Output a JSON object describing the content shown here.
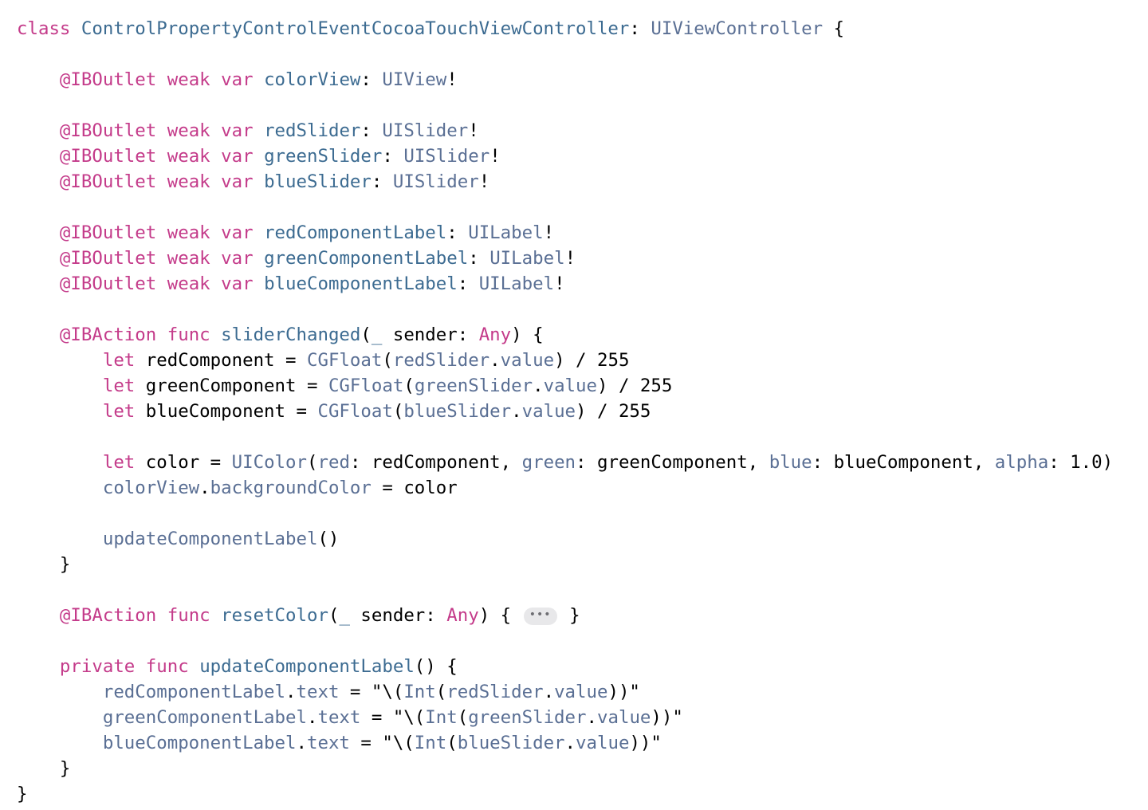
{
  "colors": {
    "keyword": "#c43b8a",
    "identifier_declared": "#3c6b91",
    "identifier_reference": "#5a6f94",
    "plain": "#000000",
    "fold_badge_bg": "#e8e8ea",
    "fold_badge_text": "#6e6e73"
  },
  "editor": {
    "fold_placeholder": "•••",
    "lines": [
      [
        [
          "class",
          "kw"
        ],
        [
          " ",
          "plain"
        ],
        [
          "ControlPropertyControlEventCocoaTouchViewController",
          "decl"
        ],
        [
          ": ",
          "plain"
        ],
        [
          "UIViewController",
          "ref"
        ],
        [
          " {",
          "plain"
        ]
      ],
      [],
      [
        [
          "    ",
          "plain"
        ],
        [
          "@IBOutlet",
          "kw"
        ],
        [
          " ",
          "plain"
        ],
        [
          "weak",
          "kw"
        ],
        [
          " ",
          "plain"
        ],
        [
          "var",
          "kw"
        ],
        [
          " ",
          "plain"
        ],
        [
          "colorView",
          "decl"
        ],
        [
          ": ",
          "plain"
        ],
        [
          "UIView",
          "ref"
        ],
        [
          "!",
          "plain"
        ]
      ],
      [],
      [
        [
          "    ",
          "plain"
        ],
        [
          "@IBOutlet",
          "kw"
        ],
        [
          " ",
          "plain"
        ],
        [
          "weak",
          "kw"
        ],
        [
          " ",
          "plain"
        ],
        [
          "var",
          "kw"
        ],
        [
          " ",
          "plain"
        ],
        [
          "redSlider",
          "decl"
        ],
        [
          ": ",
          "plain"
        ],
        [
          "UISlider",
          "ref"
        ],
        [
          "!",
          "plain"
        ]
      ],
      [
        [
          "    ",
          "plain"
        ],
        [
          "@IBOutlet",
          "kw"
        ],
        [
          " ",
          "plain"
        ],
        [
          "weak",
          "kw"
        ],
        [
          " ",
          "plain"
        ],
        [
          "var",
          "kw"
        ],
        [
          " ",
          "plain"
        ],
        [
          "greenSlider",
          "decl"
        ],
        [
          ": ",
          "plain"
        ],
        [
          "UISlider",
          "ref"
        ],
        [
          "!",
          "plain"
        ]
      ],
      [
        [
          "    ",
          "plain"
        ],
        [
          "@IBOutlet",
          "kw"
        ],
        [
          " ",
          "plain"
        ],
        [
          "weak",
          "kw"
        ],
        [
          " ",
          "plain"
        ],
        [
          "var",
          "kw"
        ],
        [
          " ",
          "plain"
        ],
        [
          "blueSlider",
          "decl"
        ],
        [
          ": ",
          "plain"
        ],
        [
          "UISlider",
          "ref"
        ],
        [
          "!",
          "plain"
        ]
      ],
      [],
      [
        [
          "    ",
          "plain"
        ],
        [
          "@IBOutlet",
          "kw"
        ],
        [
          " ",
          "plain"
        ],
        [
          "weak",
          "kw"
        ],
        [
          " ",
          "plain"
        ],
        [
          "var",
          "kw"
        ],
        [
          " ",
          "plain"
        ],
        [
          "redComponentLabel",
          "decl"
        ],
        [
          ": ",
          "plain"
        ],
        [
          "UILabel",
          "ref"
        ],
        [
          "!",
          "plain"
        ]
      ],
      [
        [
          "    ",
          "plain"
        ],
        [
          "@IBOutlet",
          "kw"
        ],
        [
          " ",
          "plain"
        ],
        [
          "weak",
          "kw"
        ],
        [
          " ",
          "plain"
        ],
        [
          "var",
          "kw"
        ],
        [
          " ",
          "plain"
        ],
        [
          "greenComponentLabel",
          "decl"
        ],
        [
          ": ",
          "plain"
        ],
        [
          "UILabel",
          "ref"
        ],
        [
          "!",
          "plain"
        ]
      ],
      [
        [
          "    ",
          "plain"
        ],
        [
          "@IBOutlet",
          "kw"
        ],
        [
          " ",
          "plain"
        ],
        [
          "weak",
          "kw"
        ],
        [
          " ",
          "plain"
        ],
        [
          "var",
          "kw"
        ],
        [
          " ",
          "plain"
        ],
        [
          "blueComponentLabel",
          "decl"
        ],
        [
          ": ",
          "plain"
        ],
        [
          "UILabel",
          "ref"
        ],
        [
          "!",
          "plain"
        ]
      ],
      [],
      [
        [
          "    ",
          "plain"
        ],
        [
          "@IBAction",
          "kw"
        ],
        [
          " ",
          "plain"
        ],
        [
          "func",
          "kw"
        ],
        [
          " ",
          "plain"
        ],
        [
          "sliderChanged",
          "decl"
        ],
        [
          "(",
          "plain"
        ],
        [
          "_",
          "decl"
        ],
        [
          " sender: ",
          "plain"
        ],
        [
          "Any",
          "kw"
        ],
        [
          ") {",
          "plain"
        ]
      ],
      [
        [
          "        ",
          "plain"
        ],
        [
          "let",
          "kw"
        ],
        [
          " redComponent = ",
          "plain"
        ],
        [
          "CGFloat",
          "ref"
        ],
        [
          "(",
          "plain"
        ],
        [
          "redSlider",
          "ref"
        ],
        [
          ".",
          "plain"
        ],
        [
          "value",
          "ref"
        ],
        [
          ") / 255",
          "plain"
        ]
      ],
      [
        [
          "        ",
          "plain"
        ],
        [
          "let",
          "kw"
        ],
        [
          " greenComponent = ",
          "plain"
        ],
        [
          "CGFloat",
          "ref"
        ],
        [
          "(",
          "plain"
        ],
        [
          "greenSlider",
          "ref"
        ],
        [
          ".",
          "plain"
        ],
        [
          "value",
          "ref"
        ],
        [
          ") / 255",
          "plain"
        ]
      ],
      [
        [
          "        ",
          "plain"
        ],
        [
          "let",
          "kw"
        ],
        [
          " blueComponent = ",
          "plain"
        ],
        [
          "CGFloat",
          "ref"
        ],
        [
          "(",
          "plain"
        ],
        [
          "blueSlider",
          "ref"
        ],
        [
          ".",
          "plain"
        ],
        [
          "value",
          "ref"
        ],
        [
          ") / 255",
          "plain"
        ]
      ],
      [],
      [
        [
          "        ",
          "plain"
        ],
        [
          "let",
          "kw"
        ],
        [
          " color = ",
          "plain"
        ],
        [
          "UIColor",
          "ref"
        ],
        [
          "(",
          "plain"
        ],
        [
          "red",
          "ref"
        ],
        [
          ": redComponent, ",
          "plain"
        ],
        [
          "green",
          "ref"
        ],
        [
          ": greenComponent, ",
          "plain"
        ],
        [
          "blue",
          "ref"
        ],
        [
          ": blueComponent, ",
          "plain"
        ],
        [
          "alpha",
          "ref"
        ],
        [
          ": 1.0)",
          "plain"
        ]
      ],
      [
        [
          "        ",
          "plain"
        ],
        [
          "colorView",
          "ref"
        ],
        [
          ".",
          "plain"
        ],
        [
          "backgroundColor",
          "ref"
        ],
        [
          " = color",
          "plain"
        ]
      ],
      [],
      [
        [
          "        ",
          "plain"
        ],
        [
          "updateComponentLabel",
          "ref"
        ],
        [
          "()",
          "plain"
        ]
      ],
      [
        [
          "    }",
          "plain"
        ]
      ],
      [],
      [
        [
          "    ",
          "plain"
        ],
        [
          "@IBAction",
          "kw"
        ],
        [
          " ",
          "plain"
        ],
        [
          "func",
          "kw"
        ],
        [
          " ",
          "plain"
        ],
        [
          "resetColor",
          "decl"
        ],
        [
          "(",
          "plain"
        ],
        [
          "_",
          "decl"
        ],
        [
          " sender: ",
          "plain"
        ],
        [
          "Any",
          "kw"
        ],
        [
          ") { ",
          "plain"
        ],
        [
          "•••",
          "fold"
        ],
        [
          " }",
          "plain"
        ]
      ],
      [],
      [
        [
          "    ",
          "plain"
        ],
        [
          "private",
          "kw"
        ],
        [
          " ",
          "plain"
        ],
        [
          "func",
          "kw"
        ],
        [
          " ",
          "plain"
        ],
        [
          "updateComponentLabel",
          "decl"
        ],
        [
          "() {",
          "plain"
        ]
      ],
      [
        [
          "        ",
          "plain"
        ],
        [
          "redComponentLabel",
          "ref"
        ],
        [
          ".",
          "plain"
        ],
        [
          "text",
          "ref"
        ],
        [
          " = \"\\(",
          "plain"
        ],
        [
          "Int",
          "ref"
        ],
        [
          "(",
          "plain"
        ],
        [
          "redSlider",
          "ref"
        ],
        [
          ".",
          "plain"
        ],
        [
          "value",
          "ref"
        ],
        [
          "))\"",
          "plain"
        ]
      ],
      [
        [
          "        ",
          "plain"
        ],
        [
          "greenComponentLabel",
          "ref"
        ],
        [
          ".",
          "plain"
        ],
        [
          "text",
          "ref"
        ],
        [
          " = \"\\(",
          "plain"
        ],
        [
          "Int",
          "ref"
        ],
        [
          "(",
          "plain"
        ],
        [
          "greenSlider",
          "ref"
        ],
        [
          ".",
          "plain"
        ],
        [
          "value",
          "ref"
        ],
        [
          "))\"",
          "plain"
        ]
      ],
      [
        [
          "        ",
          "plain"
        ],
        [
          "blueComponentLabel",
          "ref"
        ],
        [
          ".",
          "plain"
        ],
        [
          "text",
          "ref"
        ],
        [
          " = \"\\(",
          "plain"
        ],
        [
          "Int",
          "ref"
        ],
        [
          "(",
          "plain"
        ],
        [
          "blueSlider",
          "ref"
        ],
        [
          ".",
          "plain"
        ],
        [
          "value",
          "ref"
        ],
        [
          "))\"",
          "plain"
        ]
      ],
      [
        [
          "    }",
          "plain"
        ]
      ],
      [
        [
          "}",
          "plain"
        ]
      ]
    ]
  }
}
